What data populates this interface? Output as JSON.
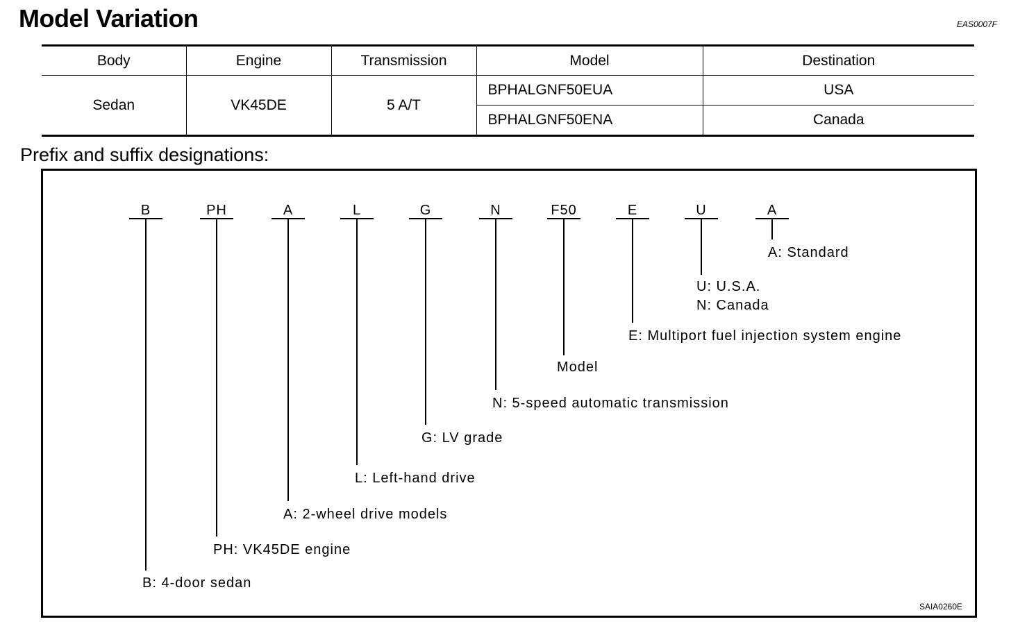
{
  "title": "Model Variation",
  "doc_code": "EAS0007F",
  "table": {
    "headers": [
      "Body",
      "Engine",
      "Transmission",
      "Model",
      "Destination"
    ],
    "body": "Sedan",
    "engine": "VK45DE",
    "transmission": "5 A/T",
    "rows": [
      {
        "model": "BPHALGNF50EUA",
        "destination": "USA"
      },
      {
        "model": "BPHALGNF50ENA",
        "destination": "Canada"
      }
    ]
  },
  "subtitle": "Prefix and suffix designations:",
  "designations": [
    {
      "code": "B",
      "lines": [
        "B: 4-door sedan"
      ]
    },
    {
      "code": "PH",
      "lines": [
        "PH: VK45DE engine"
      ]
    },
    {
      "code": "A",
      "lines": [
        "A: 2-wheel drive models"
      ]
    },
    {
      "code": "L",
      "lines": [
        "L: Left-hand drive"
      ]
    },
    {
      "code": "G",
      "lines": [
        "G: LV grade"
      ]
    },
    {
      "code": "N",
      "lines": [
        "N: 5-speed automatic transmission"
      ]
    },
    {
      "code": "F50",
      "lines": [
        "Model"
      ]
    },
    {
      "code": "E",
      "lines": [
        "E: Multiport fuel injection system engine"
      ]
    },
    {
      "code": "U",
      "lines": [
        "U: U.S.A.",
        "N: Canada"
      ]
    },
    {
      "code": "A",
      "lines": [
        "A: Standard"
      ]
    }
  ],
  "figure_code": "SAIA0260E"
}
